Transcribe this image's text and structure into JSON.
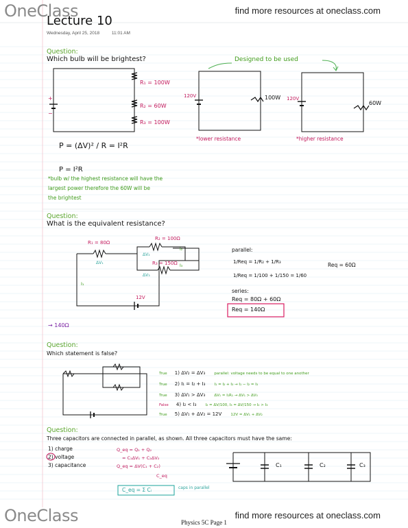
{
  "branding": {
    "logo_top": "OneClass",
    "tagline_top": "find more resources at oneclass.com",
    "logo_bottom": "OneClass",
    "tagline_bottom": "find more resources at oneclass.com"
  },
  "header": {
    "title": "Lecture 10",
    "date": "Wednesday, April 25, 2018",
    "time": "11:01 AM"
  },
  "section1": {
    "question_label": "Question:",
    "question": "Which bulb will be brightest?",
    "r1_label": "R₁ = 100W",
    "r2_label": "R₂ = 60W",
    "r3_label": "R₃ = 100W",
    "designed_note": "Designed to be used",
    "circuit_a_voltage": "120V",
    "circuit_a_bulb": "100W",
    "circuit_a_caption": "*lower resistance",
    "circuit_b_voltage": "120V",
    "circuit_b_bulb": "60W",
    "circuit_b_caption": "*higher resistance",
    "formula1": "P = (ΔV)² / R = I²R",
    "formula2": "P = I²R",
    "answer_line1": "*bulb w/ the highest resistance will have the",
    "answer_line2": "largest power therefore the 60W will be",
    "answer_line3": "the brightest"
  },
  "section2": {
    "question_label": "Question:",
    "question": "What is the equivalent resistance?",
    "r1": "R₁ = 80Ω",
    "r2": "R₂ = 100Ω",
    "r3": "R₃ = 150Ω",
    "dv1": "ΔV₁",
    "dv2": "ΔV₂",
    "dv3": "ΔV₃",
    "current": "I₁",
    "current2": "I₂",
    "current3": "I₃",
    "battery": "12V",
    "parallel_label": "parallel:",
    "parallel_eq1": "1/Req = 1/R₂ + 1/R₃",
    "parallel_eq2": "1/Req = 1/100 + 1/150 = 1/60",
    "parallel_result": "Req = 60Ω",
    "series_label": "series:",
    "series_eq": "Req = 80Ω + 60Ω",
    "series_result": "Req = 140Ω",
    "final_answer": "→ 140Ω"
  },
  "section3": {
    "question_label": "Question:",
    "question": "Which statement is false?",
    "statements": [
      {
        "mark": "True",
        "text": "1) ΔV₂ = ΔV₃",
        "note": "parallel: voltage needs to be equal to one another"
      },
      {
        "mark": "True",
        "text": "2) I₁ = I₂ + I₃",
        "note": "I₁ = I₂ + I₃ → I₁ − I₂ = I₃"
      },
      {
        "mark": "True",
        "text": "3) ΔV₁ > ΔV₃",
        "note": "ΔV₁ = I₁R₁ → ΔV₁ > ΔV₃"
      },
      {
        "mark": "False",
        "text": "4) I₂ < I₃",
        "note": "I₂ = ΔV/100, I₃ = ΔV/150 → I₂ > I₃"
      },
      {
        "mark": "True",
        "text": "5) ΔV₁ + ΔV₂ = 12V",
        "note": "12V = ΔV₁ + ΔV₂"
      }
    ]
  },
  "section4": {
    "question_label": "Question:",
    "question": "Three capacitors are connected in parallel, as shown. All three capacitors must have the same:",
    "options": [
      "1) charge",
      "2) voltage",
      "3) capacitance"
    ],
    "eq1": "Q_eq = Q₁ + Q₂",
    "eq2": "= C₁ΔV₁ + C₂ΔV₂",
    "eq3": "Q_eq = ΔV(C₁ + C₂)",
    "ceq_label": "C_eq",
    "boxed": "C_eq = Σ Cᵢ",
    "boxed_note": "caps in parallel",
    "cap_labels": [
      "C₁",
      "C₂",
      "C₃"
    ]
  },
  "footer": {
    "page": "Physics 5C Page 1"
  }
}
